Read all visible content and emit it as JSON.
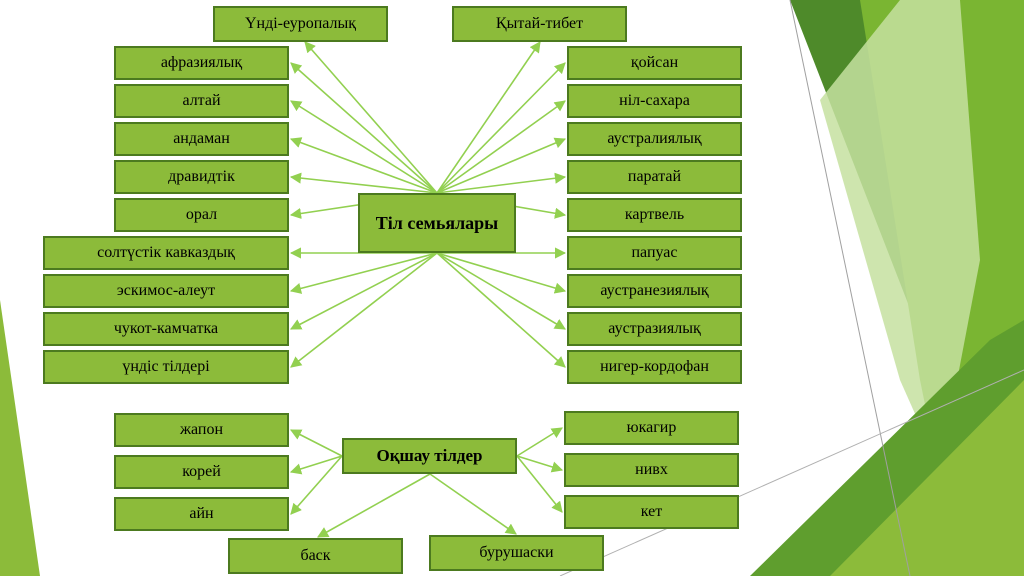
{
  "diagram": {
    "center": "Тіл семьялары",
    "top_left": "Үнді-еуропалық",
    "top_right": "Қытай-тибет",
    "left_families": [
      "афразиялық",
      "алтай",
      "андаман",
      "дравидтік",
      "орал",
      "солтүстік кавказдық",
      "эскимос-алеут",
      "чукот-камчатка",
      "үндіс тілдері"
    ],
    "right_families": [
      "қойсан",
      "ніл-сахара",
      "аустралиялық",
      "паратай",
      "картвель",
      "папуас",
      "аустранезиялық",
      "аустразиялық",
      "нигер-кордофан"
    ]
  },
  "isolates": {
    "center": "Оқшау тілдер",
    "left": [
      "жапон",
      "корей",
      "айн"
    ],
    "right": [
      "юкагир",
      "нивх",
      "кет"
    ],
    "bottom": [
      "баск",
      "бурушаски"
    ]
  },
  "colors": {
    "box_fill": "#8cbb3a",
    "box_border": "#4c7a1f",
    "arrow": "#92d050",
    "decor_dark": "#4e8a2a",
    "decor_mid": "#7ab532",
    "decor_light": "#c6e0a0"
  }
}
